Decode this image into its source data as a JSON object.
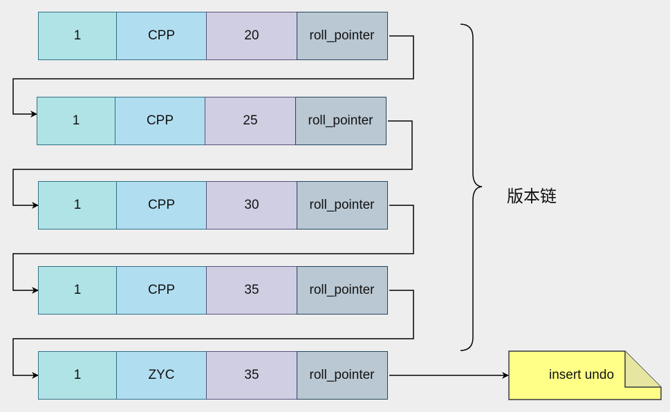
{
  "records": [
    {
      "id": "1",
      "name": "CPP",
      "age": "20",
      "pointer": "roll_pointer"
    },
    {
      "id": "1",
      "name": "CPP",
      "age": "25",
      "pointer": "roll_pointer"
    },
    {
      "id": "1",
      "name": "CPP",
      "age": "30",
      "pointer": "roll_pointer"
    },
    {
      "id": "1",
      "name": "CPP",
      "age": "35",
      "pointer": "roll_pointer"
    },
    {
      "id": "1",
      "name": "ZYC",
      "age": "35",
      "pointer": "roll_pointer"
    }
  ],
  "brace_label": "版本链",
  "undo_note": "insert undo",
  "colors": {
    "id_cell": "#b0e3e6",
    "name_cell": "#b1ddf0",
    "age_cell": "#d0cee2",
    "pointer_cell": "#bac8d3",
    "note_fill": "#ffff88",
    "background": "#eeeeee"
  }
}
